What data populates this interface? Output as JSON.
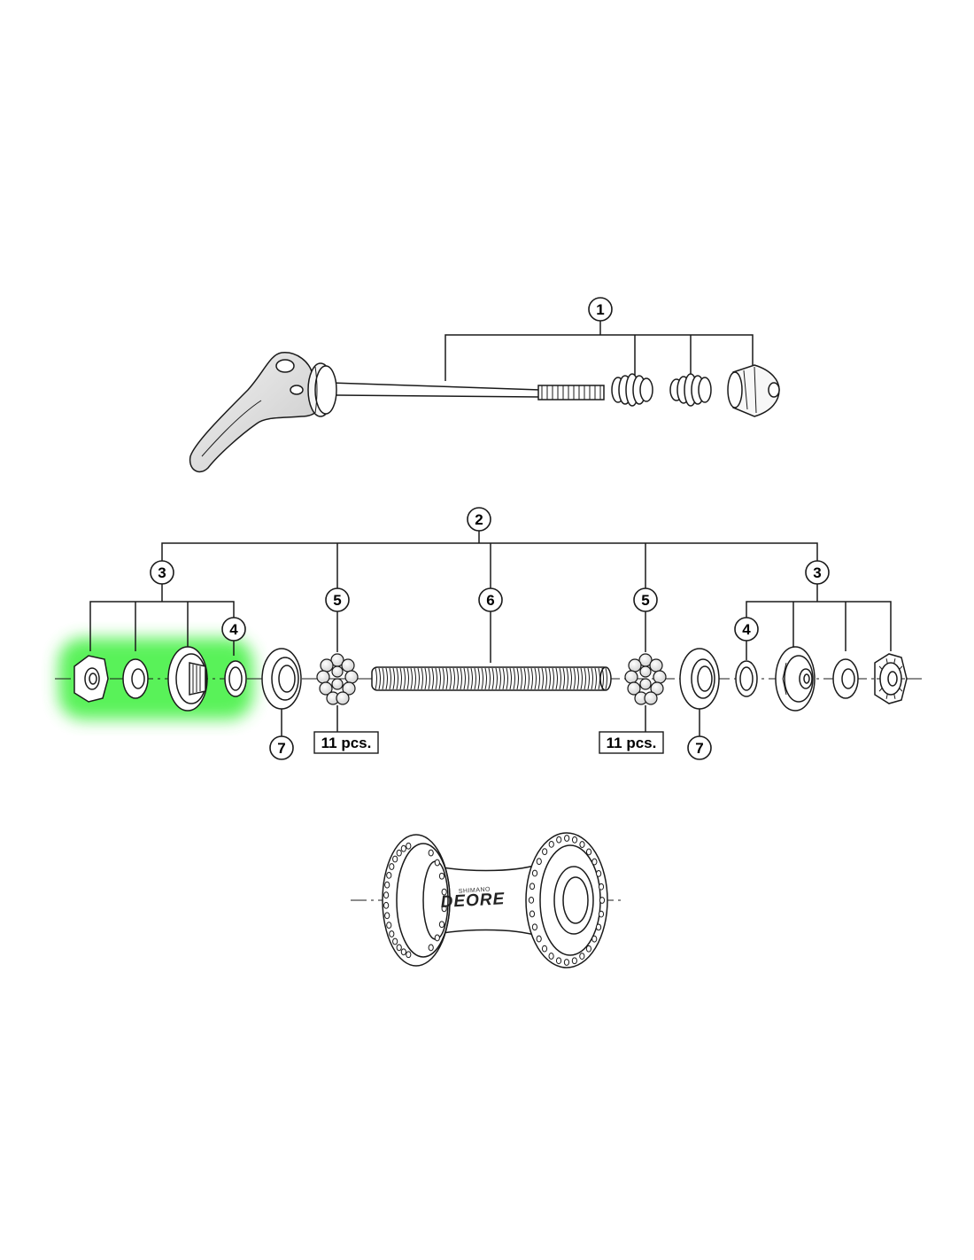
{
  "callouts": {
    "c1": "1",
    "c2": "2",
    "c3_left": "3",
    "c3_right": "3",
    "c4_left": "4",
    "c4_right": "4",
    "c5_left": "5",
    "c5_right": "5",
    "c6": "6",
    "c7_left": "7",
    "c7_right": "7"
  },
  "quantities": {
    "balls_left": "11 pcs.",
    "balls_right": "11 pcs."
  },
  "hub_logo": {
    "maker": "SHIMANO",
    "model": "DEORE"
  },
  "highlight_color": "#3cf03c",
  "line_color": "#1a1a1a"
}
